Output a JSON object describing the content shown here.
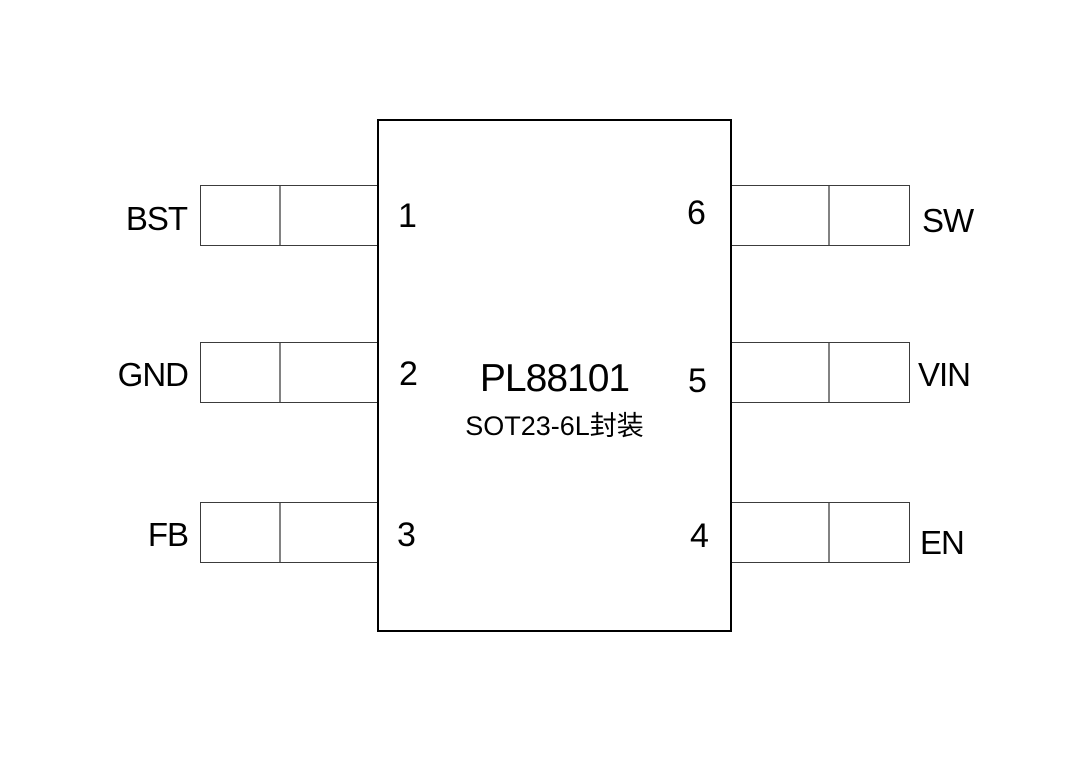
{
  "diagram": {
    "chip": {
      "title": "PL88101",
      "subtitle": "SOT23-6L封装"
    },
    "left_pins": [
      {
        "number": "1",
        "label": "BST"
      },
      {
        "number": "2",
        "label": "GND"
      },
      {
        "number": "3",
        "label": "FB"
      }
    ],
    "right_pins": [
      {
        "number": "6",
        "label": "SW"
      },
      {
        "number": "5",
        "label": "VIN"
      },
      {
        "number": "4",
        "label": "EN"
      }
    ],
    "colors": {
      "background": "#ffffff",
      "body_outline": "#000000",
      "pad_outline": "#3c3c3c",
      "pad_divider": "#828282",
      "text": "#000000"
    }
  }
}
